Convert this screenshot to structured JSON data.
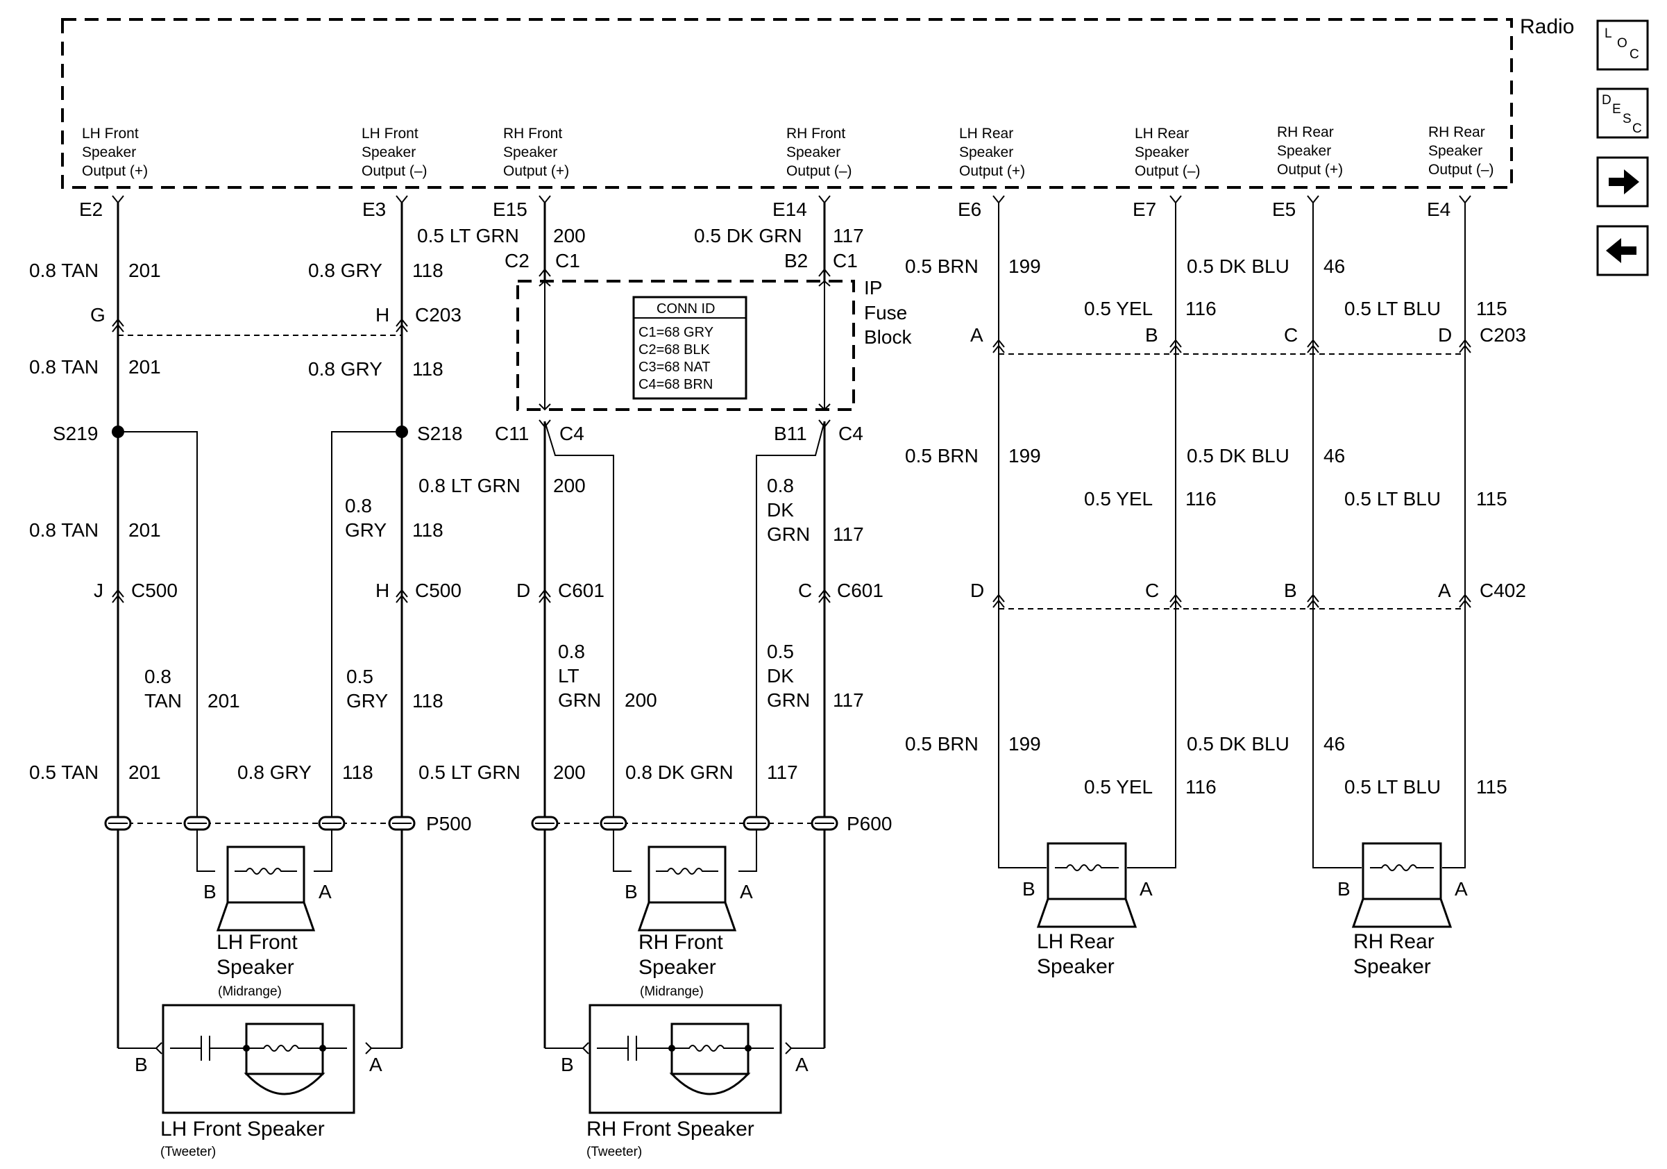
{
  "radio": {
    "title": "Radio",
    "outputs": [
      [
        "LH Front",
        "Speaker",
        "Output (+)"
      ],
      [
        "LH Front",
        "Speaker",
        "Output (–)"
      ],
      [
        "RH Front",
        "Speaker",
        "Output (+)"
      ],
      [
        "RH Front",
        "Speaker",
        "Output (–)"
      ],
      [
        "LH Rear",
        "Speaker",
        "Output (+)"
      ],
      [
        "LH Rear",
        "Speaker",
        "Output (–)"
      ],
      [
        "RH Rear",
        "Speaker",
        "Output (+)"
      ],
      [
        "RH Rear",
        "Speaker",
        "Output (–)"
      ]
    ],
    "pins": [
      "E2",
      "E3",
      "E15",
      "E14",
      "E6",
      "E7",
      "E5",
      "E4"
    ]
  },
  "nav": {
    "loc": [
      "L",
      "O",
      "C"
    ],
    "desc": [
      "D",
      "E",
      "S",
      "C"
    ],
    "forward_icon": "arrow-right-icon",
    "back_icon": "arrow-left-icon"
  },
  "fuse_block": {
    "label": [
      "IP",
      "Fuse",
      "Block"
    ],
    "conn_id_title": "CONN ID",
    "conn_ids": [
      "C1=68 GRY",
      "C2=68 BLK",
      "C3=68 NAT",
      "C4=68 BRN"
    ]
  },
  "labels": {
    "e15_wire": "0.5 LT GRN",
    "e15_circuit": "200",
    "e14_wire": "0.5 DK GRN",
    "e14_circuit": "117",
    "c2": "C2",
    "c1a": "C1",
    "b2": "B2",
    "c1b": "C1",
    "c11": "C11",
    "c4a": "C4",
    "b11": "B11",
    "c4b": "C4",
    "tan08": "0.8 TAN",
    "c201": "201",
    "gry08": "0.8 GRY",
    "c118": "118",
    "pin_g": "G",
    "pin_h": "H",
    "c203": "C203",
    "s219": "S219",
    "s218": "S218",
    "gry08_l1": "0.8",
    "gry08_l2": "GRY",
    "ltgrn08": "0.8 LT GRN",
    "dkgrn08_l1": "0.8",
    "dkgrn08_l2": "DK",
    "dkgrn08_l3": "GRN",
    "pin_j": "J",
    "c500": "C500",
    "pin_d": "D",
    "c601": "C601",
    "pin_c": "C",
    "tan08_l1": "0.8",
    "tan08_l2": "TAN",
    "gry05_l1": "0.5",
    "gry05_l2": "GRY",
    "ltgrn_l1": "0.8",
    "ltgrn_l2": "LT",
    "ltgrn_l3": "GRN",
    "dkgrn05_l1": "0.5",
    "dkgrn05_l2": "DK",
    "dkgrn05_l3": "GRN",
    "tan05": "0.5 TAN",
    "gry08b": "0.8 GRY",
    "ltgrn05": "0.5 LT GRN",
    "dkgrn08b": "0.8 DK GRN",
    "p500": "P500",
    "p600": "P600",
    "brn05": "0.5 BRN",
    "c199": "199",
    "dkblu05": "0.5 DK BLU",
    "c46": "46",
    "yel05": "0.5 YEL",
    "c116": "116",
    "ltblu05": "0.5 LT BLU",
    "c115": "115",
    "pin_a": "A",
    "pin_b": "B",
    "c402": "C402"
  },
  "speakers": {
    "lh_front_mid": [
      "LH Front",
      "Speaker",
      "(Midrange)"
    ],
    "rh_front_mid": [
      "RH Front",
      "Speaker",
      "(Midrange)"
    ],
    "lh_rear": [
      "LH Rear",
      "Speaker"
    ],
    "rh_rear": [
      "RH Rear",
      "Speaker"
    ],
    "lh_front_tw": [
      "LH Front Speaker",
      "(Tweeter)"
    ],
    "rh_front_tw": [
      "RH Front Speaker",
      "(Tweeter)"
    ]
  }
}
